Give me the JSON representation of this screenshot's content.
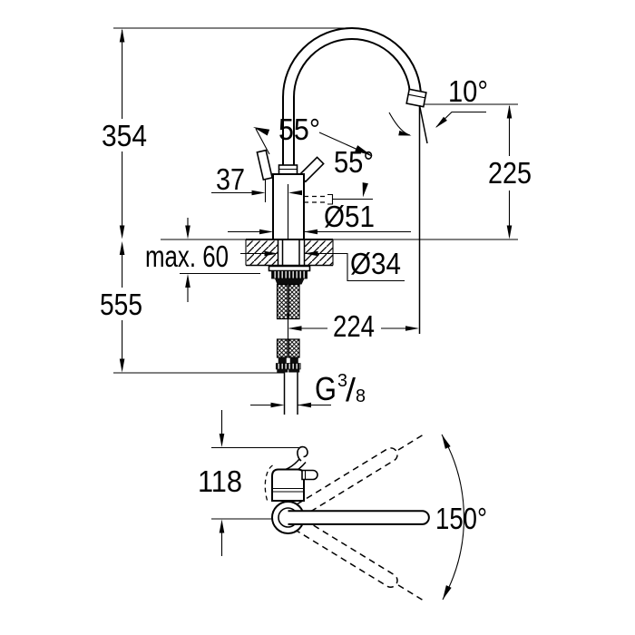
{
  "colors": {
    "line": "#000000",
    "background": "#ffffff"
  },
  "labels": {
    "spout_top_height": "354",
    "overall_height": "555",
    "handle_offset": "37",
    "handle_angle": "55°",
    "spray_angle": "55°",
    "stream_angle": "10°",
    "outlet_height": "225",
    "body_diameter": "Ø51",
    "hole_diameter": "Ø34",
    "max_deck_thickness": "max. 60",
    "spout_reach": "224",
    "thread": {
      "letter": "G",
      "numerator": "3",
      "slash": "/",
      "denominator": "8"
    },
    "front_depth": "118",
    "swivel_angle": "150°"
  }
}
